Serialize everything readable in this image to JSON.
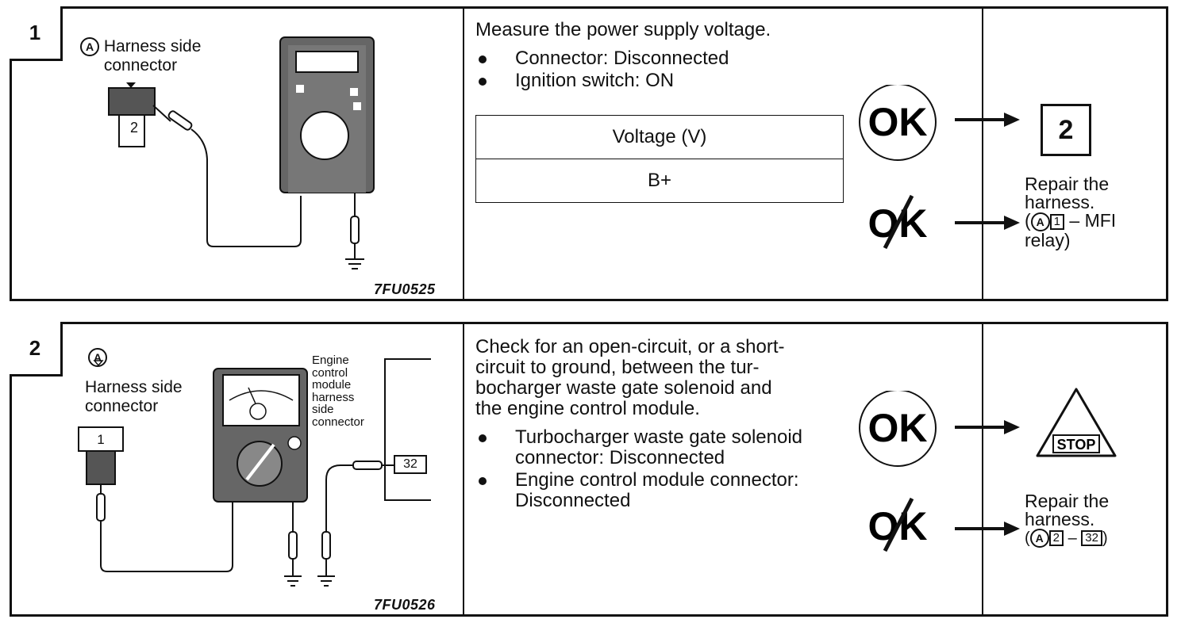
{
  "step1": {
    "number": "1",
    "connector_symbol": "A",
    "connector_label": "Harness side connector",
    "connector_pin": "2",
    "figure_code": "7FU0525",
    "instruction_title": "Measure the power supply voltage.",
    "conditions": [
      "Connector: Disconnected",
      "Ignition switch: ON"
    ],
    "table": {
      "header": "Voltage  (V)",
      "value": "B+"
    },
    "ok_text": "OK",
    "ng_text": "OK",
    "ok_result_step": "2",
    "ng_result": {
      "line1": "Repair the",
      "line2": "harness.",
      "symbol": "A",
      "pin": "1",
      "suffix": "– MFI",
      "line4": "relay)"
    }
  },
  "step2": {
    "number": "2",
    "connector_symbol": "A",
    "connector_label_1": "Harness side",
    "connector_label_2": "connector",
    "connector_pin": "1",
    "ecm_label": [
      "Engine",
      "control",
      "module",
      "harness",
      "side",
      "connector"
    ],
    "ecm_pin": "32",
    "figure_code": "7FU0526",
    "instruction_lines": [
      "Check for an open-circuit, or a short-",
      "circuit to ground, between the tur-",
      "bocharger waste gate solenoid and",
      "the engine control module."
    ],
    "conditions": [
      "Turbocharger waste gate solenoid connector: Disconnected",
      "Engine control module connector: Disconnected"
    ],
    "ok_text": "OK",
    "ng_text": "OK",
    "stop_text": "STOP",
    "ng_result": {
      "line1": "Repair the",
      "line2": "harness.",
      "symbol": "A",
      "pin_a": "2",
      "dash": "–",
      "pin_b": "32"
    }
  }
}
